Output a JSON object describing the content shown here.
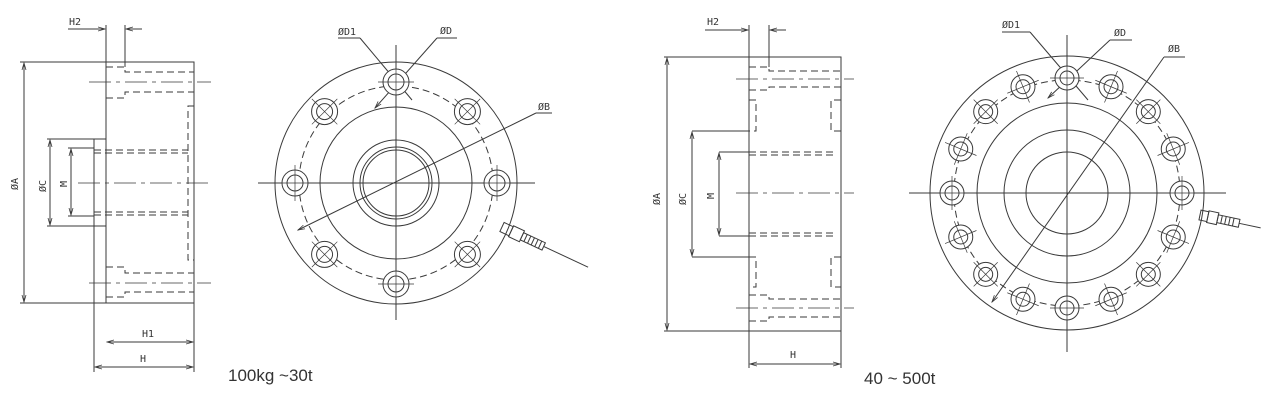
{
  "left_model": {
    "range_label": "100kg ~30t",
    "side_view": {
      "h2": "H2",
      "h1": "H1",
      "h": "H",
      "a": "ØA",
      "c": "ØC",
      "m": "M"
    },
    "front_view": {
      "d1": "ØD1",
      "d": "ØD",
      "b": "ØB"
    }
  },
  "right_model": {
    "range_label": "40 ~ 500t",
    "side_view": {
      "h2": "H2",
      "h": "H",
      "a": "ØA",
      "c": "ØC",
      "m": "M"
    },
    "front_view": {
      "d1": "ØD1",
      "d": "ØD",
      "b": "ØB"
    }
  },
  "colors": {
    "line": "#3a3a3a",
    "background": "#ffffff"
  }
}
